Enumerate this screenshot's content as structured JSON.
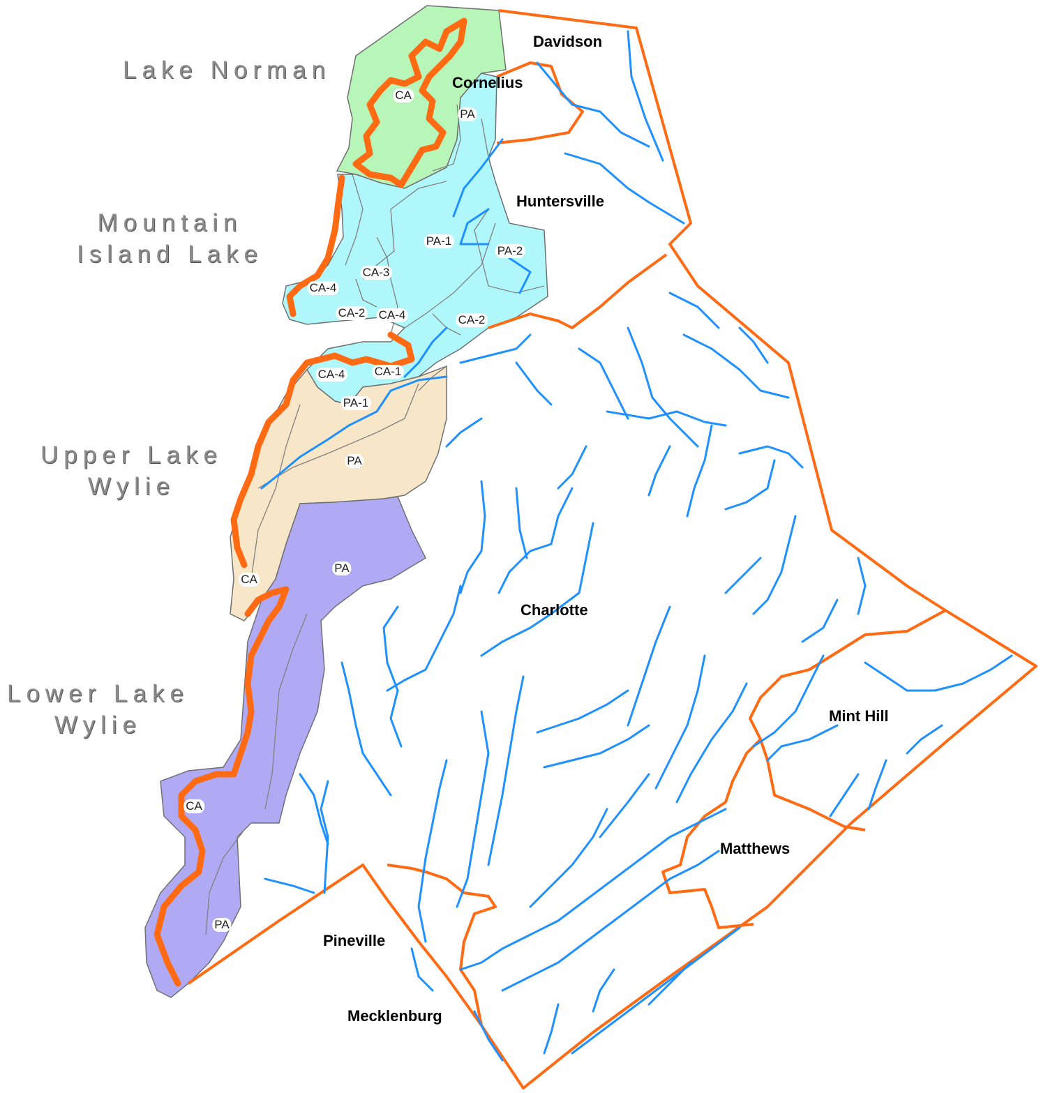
{
  "lakes": [
    {
      "id": "lake-norman",
      "label": "Lake Norman",
      "fill": "#b8f5b8"
    },
    {
      "id": "mountain-island-lake",
      "label": "Mountain\nIsland Lake",
      "fill": "#b0f7fb"
    },
    {
      "id": "upper-lake-wylie",
      "label": "Upper Lake\nWylie",
      "fill": "#f8e6c8"
    },
    {
      "id": "lower-lake-wylie",
      "label": "Lower Lake\nWylie",
      "fill": "#b0aaf4"
    }
  ],
  "towns": [
    "Davidson",
    "Cornelius",
    "Huntersville",
    "Charlotte",
    "Mint Hill",
    "Matthews",
    "Pineville",
    "Mecklenburg"
  ],
  "zones": {
    "lake_norman": [
      "CA",
      "PA"
    ],
    "mountain_island": [
      "PA-1",
      "PA-2",
      "CA-3",
      "CA-4",
      "CA-2",
      "CA-4",
      "CA-2",
      "CA-4",
      "CA-1",
      "PA-1"
    ],
    "upper_wylie": [
      "PA",
      "CA"
    ],
    "lower_wylie": [
      "PA",
      "CA",
      "PA"
    ]
  },
  "colors": {
    "boundary": "#ff6a13",
    "stream": "#1e90ff",
    "zone_outline": "#707070"
  }
}
